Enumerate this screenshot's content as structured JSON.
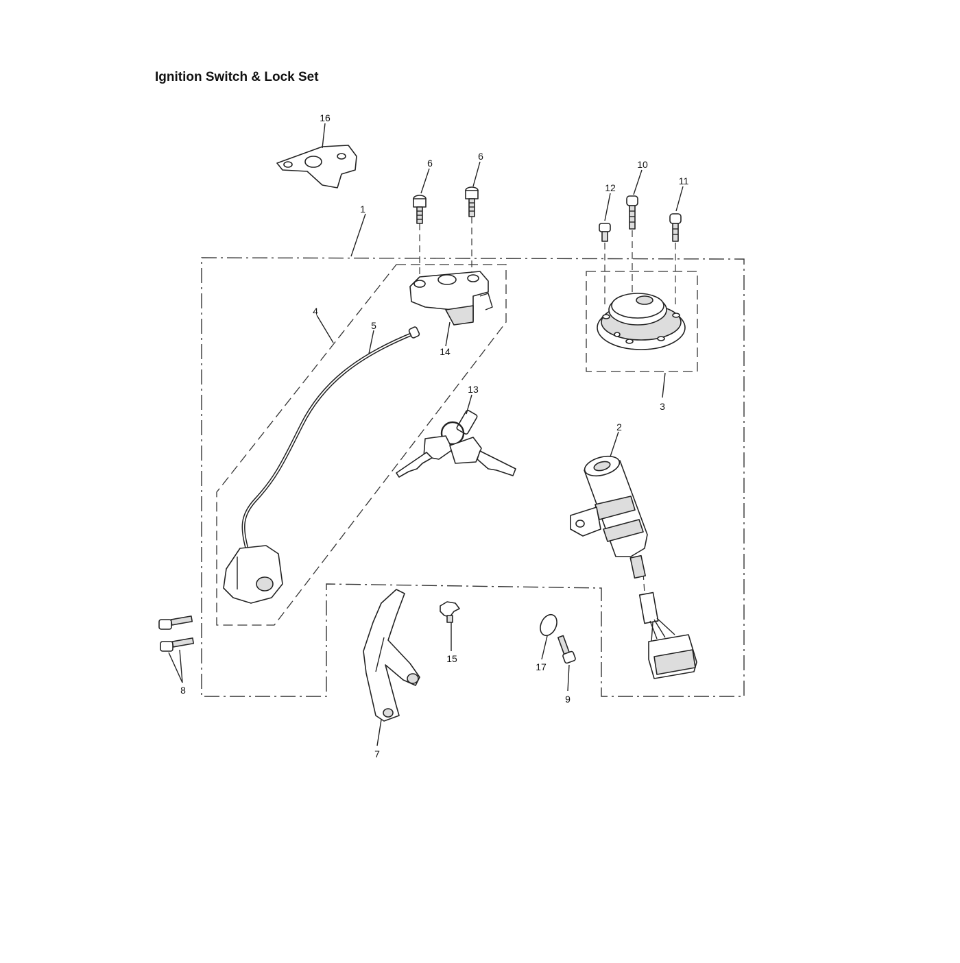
{
  "title": "Ignition Switch & Lock Set",
  "callouts": {
    "c1": "1",
    "c2": "2",
    "c3": "3",
    "c4": "4",
    "c5": "5",
    "c6a": "6",
    "c6b": "6",
    "c7": "7",
    "c8": "8",
    "c9": "9",
    "c10": "10",
    "c11": "11",
    "c12": "12",
    "c13": "13",
    "c14": "14",
    "c15": "15",
    "c16": "16",
    "c17": "17"
  }
}
